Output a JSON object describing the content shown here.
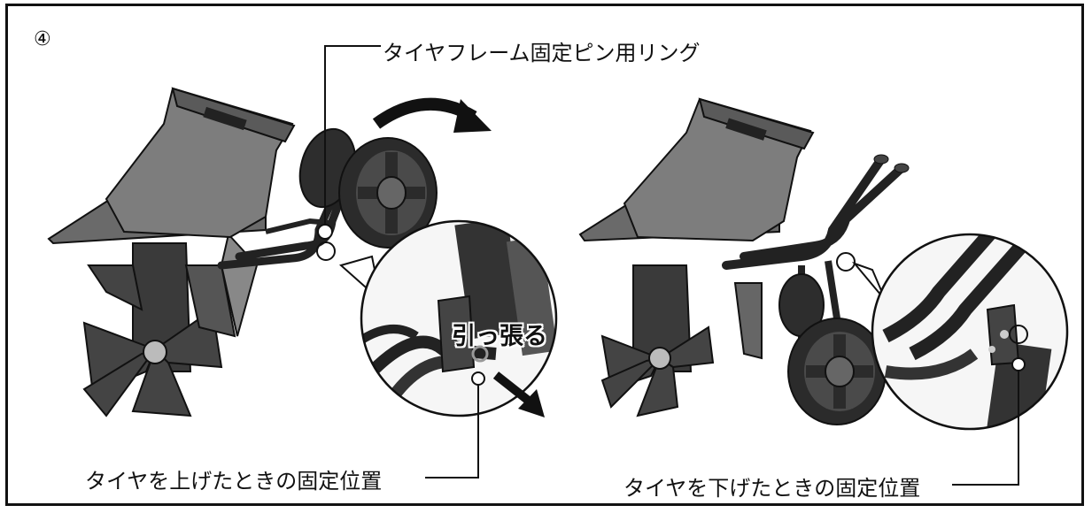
{
  "step_number": "④",
  "labels": {
    "ring": "タイヤフレーム固定ピン用リング",
    "pull": "引っ張る",
    "fixed_up": "タイヤを上げたときの固定位置",
    "fixed_down": "タイヤを下げたときの固定位置"
  }
}
